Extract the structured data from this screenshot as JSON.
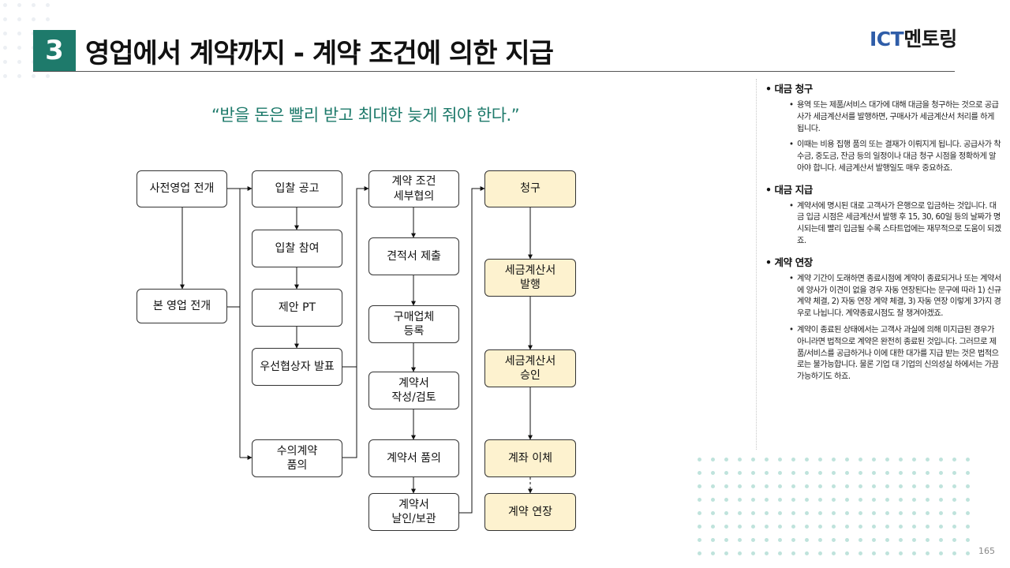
{
  "slide": {
    "section_number": "3",
    "title": "영업에서 계약까지 - 계약 조건에 의한 지급",
    "logo": {
      "ict": "ICT",
      "mentoring": "멘토링"
    },
    "quote": "“받을 돈은 빨리 받고 최대한 늦게 줘야 한다.”",
    "page_number": "165"
  },
  "flow": {
    "col1": {
      "pre_sales": "사전영업 전개",
      "main_sales": "본 영업 전개"
    },
    "col2": {
      "bid_notice": "입찰 공고",
      "bid_participation": "입찰 참여",
      "proposal_pt": "제안 PT",
      "preferred_bidder": "우선협상자 발표",
      "private_contract": "수의계약\n품의"
    },
    "col3": {
      "contract_terms": "계약 조건\n세부협의",
      "quotation": "견적서 제출",
      "vendor_registration": "구매업체\n등록",
      "contract_draft": "계약서\n작성/검토",
      "contract_approval": "계약서 품의",
      "contract_seal": "계약서\n날인/보관"
    },
    "col4": {
      "billing": "청구",
      "invoice_issue": "세금계산서\n발행",
      "invoice_approval": "세금계산서\n승인",
      "transfer": "계좌 이체",
      "contract_extension": "계약 연장"
    }
  },
  "notes": [
    {
      "heading": "대금 청구",
      "items": [
        "용역 또는 제품/서비스 대가에 대해 대금을 청구하는 것으로 공급사가 세금계산서를 발행하면, 구매사가 세금계산서 처리를 하게 됩니다.",
        "이때는 비용 집행 품의 또는 결재가 이뤄지게 됩니다. 공급사가 착수금, 중도금, 잔금 등의 일정이나 대금 청구 시점을 정확하게 알아야 합니다. 세금계산서 발행일도 매우 중요하죠."
      ]
    },
    {
      "heading": "대금 지급",
      "items": [
        "계약서에 명시된 대로 고객사가 은행으로 입금하는 것입니다. 대금 입금 시점은 세금계산서 발행 후 15, 30, 60일 등의 날짜가 명시되는데 빨리 입금될 수록 스타트업에는 재무적으로 도움이 되겠죠."
      ]
    },
    {
      "heading": "계약 연장",
      "items": [
        "계약 기간이 도래하면 종료시점에 계약이 종료되거나 또는 계약서에 양사가 이견이 없을 경우 자동 연장된다는 문구에 따라 1) 신규 계약 체결, 2) 자동 연장 계약 체결, 3) 자동 연장 이렇게 3가지 경우로 나뉩니다. 계약종료시점도 잘 챙겨야겠죠.",
        "계약이 종료된 상태에서는 고객사 과실에 의해 미지급된 경우가 아니라면 법적으로 계약은 완전히 종료된 것입니다. 그러므로 제품/서비스를 공급하거나 이에 대한 대가를 지급 받는 것은 법적으로는 불가능합니다. 물론 기업 대 기업의 신의성실 하에서는 가끔 가능하기도 하죠."
      ]
    }
  ],
  "colors": {
    "accent": "#1e7a6b",
    "logo_blue": "#2f5da8",
    "box_yellow": "#fdf2cf",
    "dots_gray": "#eceff3",
    "dots_teal": "#bfe3dc"
  }
}
